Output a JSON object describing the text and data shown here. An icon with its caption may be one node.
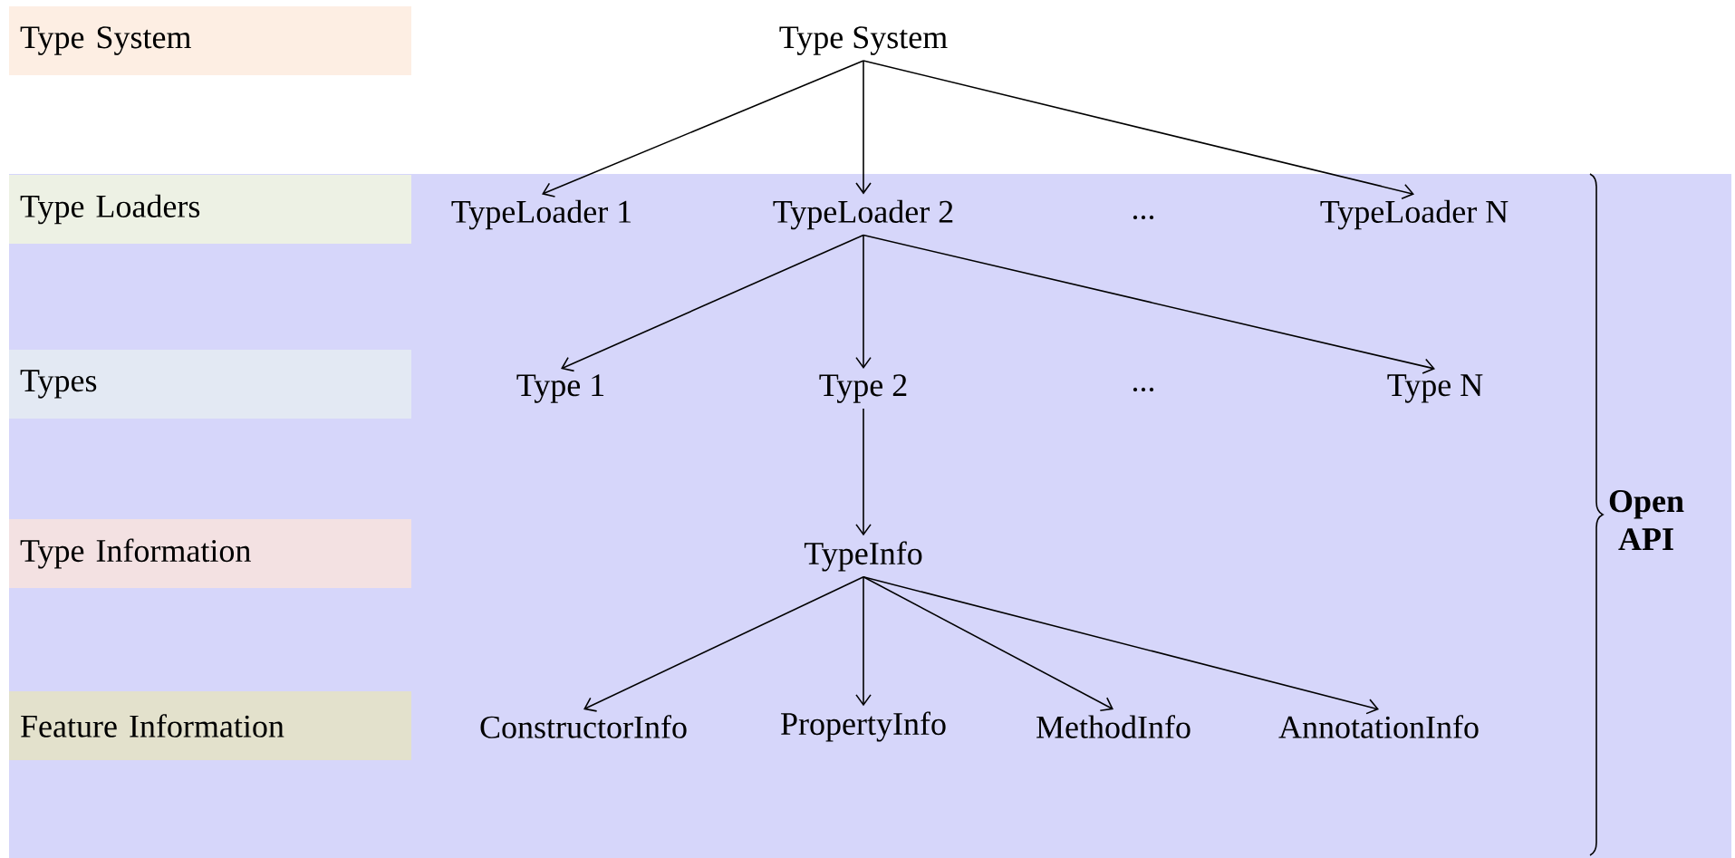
{
  "diagram": {
    "nodes": [
      {
        "text": [
          "Type System"
        ]
      },
      {
        "text": [
          "Type System"
        ]
      },
      {
        "text": [
          "Type Loaders"
        ]
      },
      {
        "text": [
          "TypeLoader 1"
        ]
      },
      {
        "text": [
          "TypeLoader 2"
        ]
      },
      {
        "text": [
          "TypeLoader N"
        ]
      },
      {
        "text": [
          "Types"
        ]
      },
      {
        "text": [
          "Type 1"
        ]
      },
      {
        "text": [
          "Type 2"
        ]
      },
      {
        "text": [
          "Type N"
        ]
      },
      {
        "text": [
          "Type Information"
        ]
      },
      {
        "text": [
          "TypeInfo"
        ]
      },
      {
        "text": [
          "Feature Information"
        ]
      },
      {
        "text": [
          "ConstructorInfo"
        ]
      },
      {
        "text": [
          "PropertyInfo"
        ]
      },
      {
        "text": [
          "MethodInfo"
        ]
      },
      {
        "text": [
          "AnnotationInfo"
        ]
      }
    ],
    "edges": [
      {
        "from": 1,
        "to": 3,
        "arrow": "to"
      },
      {
        "from": 1,
        "to": 4,
        "arrow": "to"
      },
      {
        "from": 1,
        "to": 5,
        "arrow": "to"
      },
      {
        "from": 4,
        "to": 7,
        "arrow": "to"
      },
      {
        "from": 4,
        "to": 8,
        "arrow": "to"
      },
      {
        "from": 4,
        "to": 9,
        "arrow": "to"
      },
      {
        "from": 8,
        "to": 11,
        "arrow": "to"
      },
      {
        "from": 11,
        "to": 13,
        "arrow": "to"
      },
      {
        "from": 11,
        "to": 14,
        "arrow": "to"
      },
      {
        "from": 11,
        "to": 15,
        "arrow": "to"
      },
      {
        "from": 11,
        "to": 16,
        "arrow": "to"
      }
    ],
    "labels": [
      "...",
      "...",
      "Open API"
    ]
  }
}
